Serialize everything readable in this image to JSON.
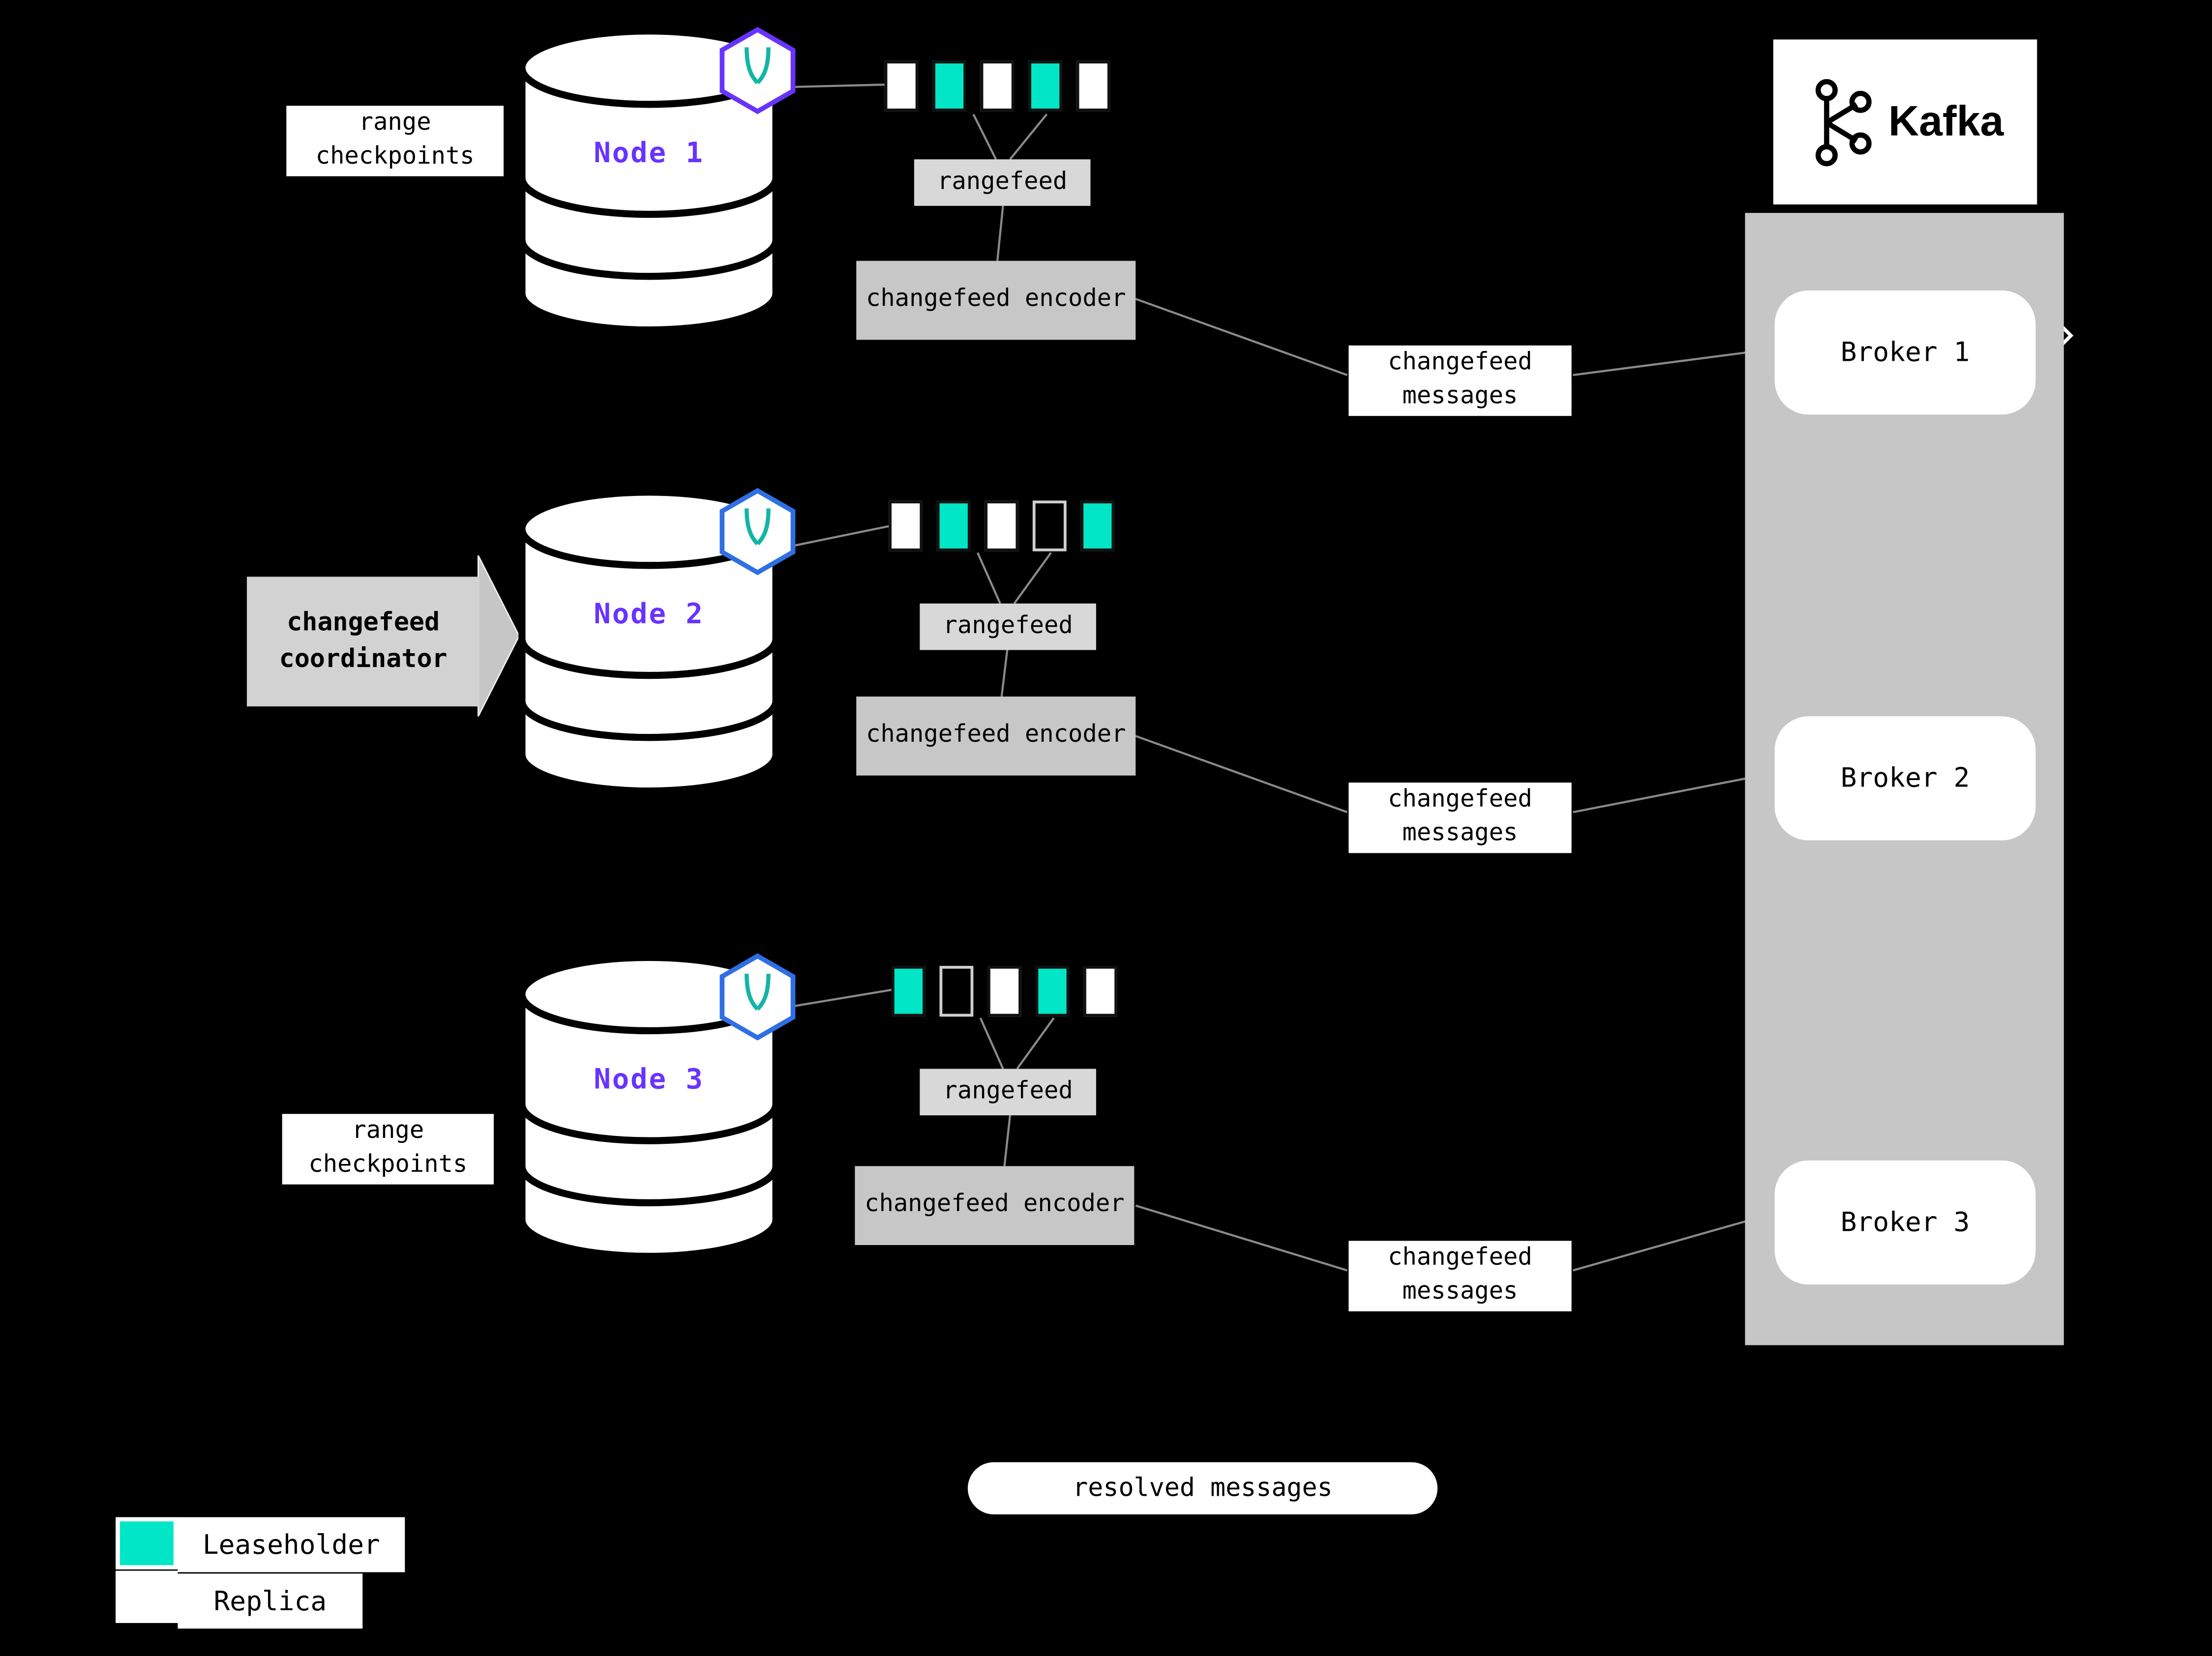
{
  "colors": {
    "leaseholder": "#00E6C6",
    "replica": "#FFFFFF",
    "node_label": "#6933FF",
    "box_gray": "#C7C7C7",
    "panel_gray": "#C6C6C6"
  },
  "nodes": [
    {
      "label": "Node 1",
      "rangefeed_label": "rangefeed",
      "encoder_label": "changefeed encoder",
      "ranges": [
        "replica",
        "leaseholder",
        "replica",
        "leaseholder",
        "replica"
      ]
    },
    {
      "label": "Node 2",
      "rangefeed_label": "rangefeed",
      "encoder_label": "changefeed encoder",
      "ranges": [
        "replica",
        "leaseholder",
        "replica",
        "empty",
        "leaseholder"
      ]
    },
    {
      "label": "Node 3",
      "rangefeed_label": "rangefeed",
      "encoder_label": "changefeed encoder",
      "ranges": [
        "leaseholder",
        "empty",
        "replica",
        "leaseholder",
        "replica"
      ]
    }
  ],
  "labels": {
    "range_checkpoints": "range checkpoints",
    "changefeed_coordinator": "changefeed coordinator",
    "changefeed_messages": "changefeed messages",
    "resolved_messages": "resolved messages"
  },
  "kafka": {
    "title": "Kafka",
    "brokers": [
      "Broker 1",
      "Broker 2",
      "Broker 3"
    ]
  },
  "legend": {
    "items": [
      {
        "swatch": "leaseholder",
        "label": "Leaseholder"
      },
      {
        "swatch": "replica",
        "label": "Replica"
      }
    ]
  }
}
